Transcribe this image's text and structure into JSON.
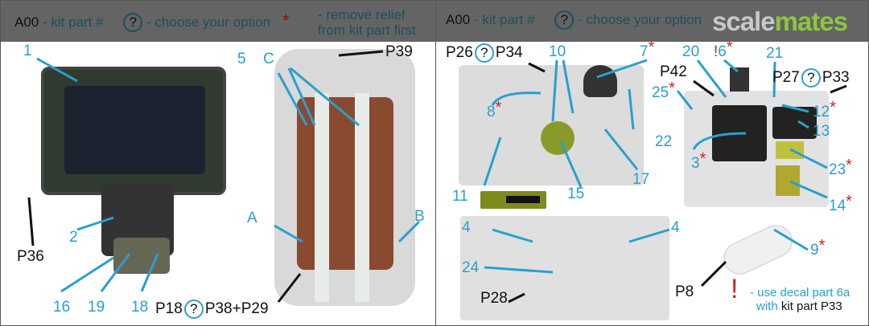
{
  "legend": {
    "part_code": "A00",
    "part_desc": "- kit part #",
    "option_symbol": "?",
    "option_desc": "- choose your option",
    "relief_symbol": "*",
    "relief_desc": "- remove relief from kit part first"
  },
  "watermark": {
    "part1": "scale",
    "part2": "mates"
  },
  "left": {
    "labels": {
      "l1": "1",
      "l2": "2",
      "l5": "5",
      "lC": "C",
      "lP39": "P39",
      "lA": "A",
      "lB": "B",
      "l16": "16",
      "l19": "19",
      "l18": "18",
      "lP36": "P36",
      "lP18": "P18",
      "lP38": "P38+P29",
      "q": "?"
    }
  },
  "right": {
    "labels": {
      "P26": "P26",
      "P34": "P34",
      "l10": "10",
      "l7": "7",
      "l20": "20",
      "l6": "6",
      "bang": "!",
      "l21": "21",
      "P42": "P42",
      "P27": "P27",
      "P33": "P33",
      "l25": "25",
      "l8": "8",
      "l22": "22",
      "l12": "12",
      "l13": "13",
      "l3": "3",
      "l23": "23",
      "l11": "11",
      "l15": "15",
      "l17": "17",
      "l14": "14",
      "l4a": "4",
      "l4b": "4",
      "l24": "24",
      "P28": "P28",
      "P8": "P8",
      "l9": "9",
      "q": "?",
      "star": "*"
    },
    "note": {
      "symbol": "!",
      "line1": "- use decal part 6a",
      "with": "with",
      "part": "kit part P33"
    }
  },
  "colors": {
    "label": "#2a9fd0",
    "star": "#d42020",
    "header": "#3a3a3a"
  }
}
